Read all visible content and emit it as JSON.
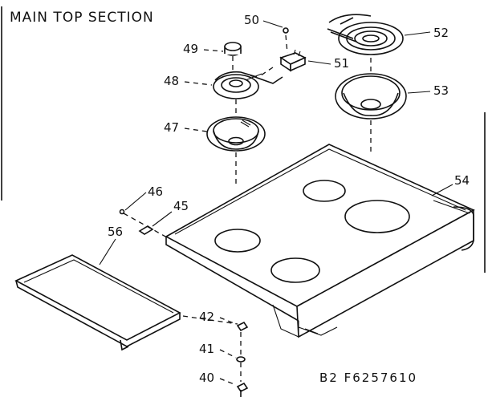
{
  "title": "MAIN TOP SECTION",
  "drawing_code": "B2  F6257610",
  "callouts": [
    {
      "id": "c50",
      "label": "50"
    },
    {
      "id": "c52",
      "label": "52"
    },
    {
      "id": "c49",
      "label": "49"
    },
    {
      "id": "c51",
      "label": "51"
    },
    {
      "id": "c48",
      "label": "48"
    },
    {
      "id": "c53",
      "label": "53"
    },
    {
      "id": "c47",
      "label": "47"
    },
    {
      "id": "c54",
      "label": "54"
    },
    {
      "id": "c46",
      "label": "46"
    },
    {
      "id": "c45",
      "label": "45"
    },
    {
      "id": "c56",
      "label": "56"
    },
    {
      "id": "c42",
      "label": "42"
    },
    {
      "id": "c41",
      "label": "41"
    },
    {
      "id": "c40",
      "label": "40"
    }
  ]
}
